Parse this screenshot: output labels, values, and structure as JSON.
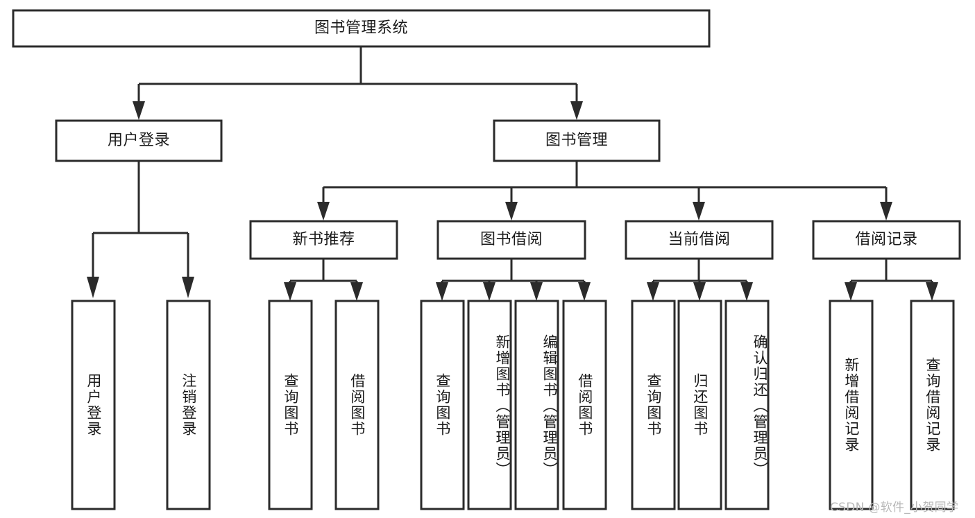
{
  "diagram": {
    "type": "tree-hierarchy",
    "title": "图书管理系统",
    "watermark": "CSDN @软件_小贺同学",
    "colors": {
      "stroke": "#2b2b2b",
      "fill": "#ffffff",
      "text": "#1a1a1a",
      "watermark": "#b9b9b9"
    },
    "root": {
      "label": "图书管理系统"
    },
    "level1": [
      {
        "label": "用户登录"
      },
      {
        "label": "图书管理"
      }
    ],
    "level2": [
      {
        "label": "新书推荐"
      },
      {
        "label": "图书借阅"
      },
      {
        "label": "当前借阅"
      },
      {
        "label": "借阅记录"
      }
    ],
    "leaves": {
      "user_login": [
        {
          "label": "用户登录"
        },
        {
          "label": "注销登录"
        }
      ],
      "new_book_recommend": [
        {
          "label": "查询图书"
        },
        {
          "label": "借阅图书"
        }
      ],
      "book_borrow": [
        {
          "label": "查询图书"
        },
        {
          "label": "新增图书（管理员）"
        },
        {
          "label": "编辑图书（管理员）"
        },
        {
          "label": "借阅图书"
        }
      ],
      "current_borrow": [
        {
          "label": "查询图书"
        },
        {
          "label": "归还图书"
        },
        {
          "label": "确认归还（管理员）"
        }
      ],
      "borrow_record": [
        {
          "label": "新增借阅记录"
        },
        {
          "label": "查询借阅记录"
        }
      ]
    }
  }
}
